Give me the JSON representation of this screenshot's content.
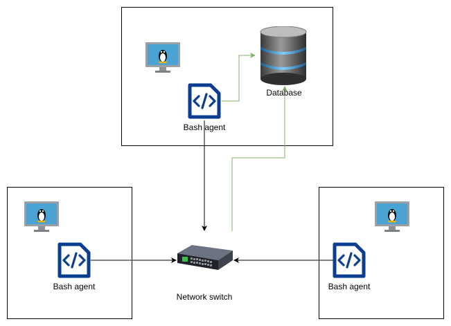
{
  "diagram": {
    "nodes": {
      "top_agent": {
        "label": "Bash agent",
        "icon": "code-file-icon"
      },
      "database": {
        "label": "Database",
        "icon": "database-icon"
      },
      "left_agent": {
        "label": "Bash agent",
        "icon": "code-file-icon"
      },
      "right_agent": {
        "label": "Bash agent",
        "icon": "code-file-icon"
      },
      "switch": {
        "label": "Network switch",
        "icon": "network-switch-icon"
      }
    },
    "hosts": [
      {
        "icon": "linux-monitor-icon"
      },
      {
        "icon": "linux-monitor-icon"
      },
      {
        "icon": "linux-monitor-icon"
      }
    ],
    "edges": [
      {
        "from": "top_agent",
        "to": "database",
        "color": "#82b366"
      },
      {
        "from": "top_agent",
        "to": "switch",
        "color": "#000000"
      },
      {
        "from": "switch",
        "to": "database",
        "color": "#82b366"
      },
      {
        "from": "left_agent",
        "to": "switch",
        "color": "#000000"
      },
      {
        "from": "right_agent",
        "to": "switch",
        "color": "#000000"
      }
    ],
    "colors": {
      "agent_icon": "#0b3d91",
      "monitor_screen": "#4ba3d4",
      "green_edge": "#82b366"
    }
  }
}
